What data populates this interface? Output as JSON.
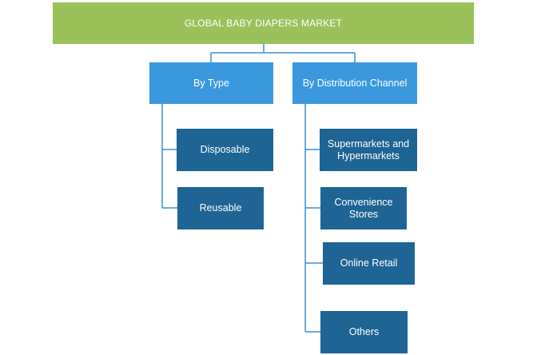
{
  "root": {
    "label": "GLOBAL BABY DIAPERS MARKET"
  },
  "categories": [
    {
      "label": "By Type",
      "items": [
        "Disposable",
        "Reusable"
      ]
    },
    {
      "label": "By Distribution Channel",
      "items": [
        "Supermarkets and Hypermarkets",
        "Convenience Stores",
        "Online Retail",
        "Others"
      ]
    }
  ],
  "colors": {
    "root": "#9bc25a",
    "category": "#3a98dd",
    "leaf": "#1e6494",
    "connector": "#3d8fd1"
  }
}
